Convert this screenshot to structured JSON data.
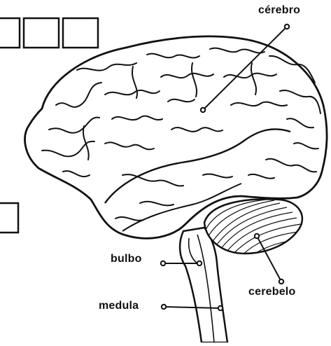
{
  "labels": {
    "cerebro": "cérebro",
    "cerebelo": "cerebelo",
    "bulbo": "bulbo",
    "medula": "medula"
  },
  "answer_boxes": [
    {
      "id": "box-1"
    },
    {
      "id": "box-2"
    },
    {
      "id": "box-3"
    },
    {
      "id": "box-4"
    }
  ],
  "colors": {
    "ink": "#111111",
    "paper": "#ffffff"
  }
}
